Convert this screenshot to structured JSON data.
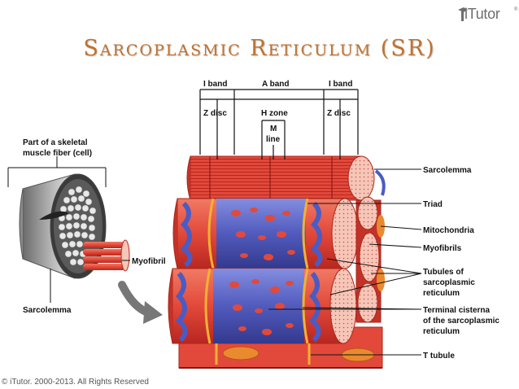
{
  "logo": {
    "text": "iTutor",
    "reg": "®"
  },
  "title": "Sarcoplasmic Reticulum (SR)",
  "copyright": "© iTutor. 2000-2013. All Rights Reserved",
  "labels": {
    "i_band_left": "I band",
    "a_band": "A band",
    "i_band_right": "I band",
    "z_disc_left": "Z disc",
    "h_zone": "H zone",
    "z_disc_right": "Z disc",
    "m_line_1": "M",
    "m_line_2": "line",
    "fiber_1": "Part of a skeletal",
    "fiber_2": "muscle fiber (cell)",
    "myofibril": "Myofibril",
    "sarcolemma_left": "Sarcolemma",
    "sarcolemma_right": "Sarcolemma",
    "triad": "Triad",
    "mitochondria": "Mitochondria",
    "myofibrils": "Myofibrils",
    "tubules_1": "Tubules of",
    "tubules_2": "sarcoplasmic",
    "tubules_3": "reticulum",
    "terminal_1": "Terminal cisterna",
    "terminal_2": "of the sarcoplasmic",
    "terminal_3": "reticulum",
    "t_tubule": "T tubule"
  },
  "colors": {
    "title": "#c0722f",
    "muscle_red": "#e2493a",
    "muscle_dark": "#b8261f",
    "sr_blue": "#4a5cc4",
    "t_tubule_yellow": "#f2b233",
    "end_pink": "#f6c6b8"
  }
}
